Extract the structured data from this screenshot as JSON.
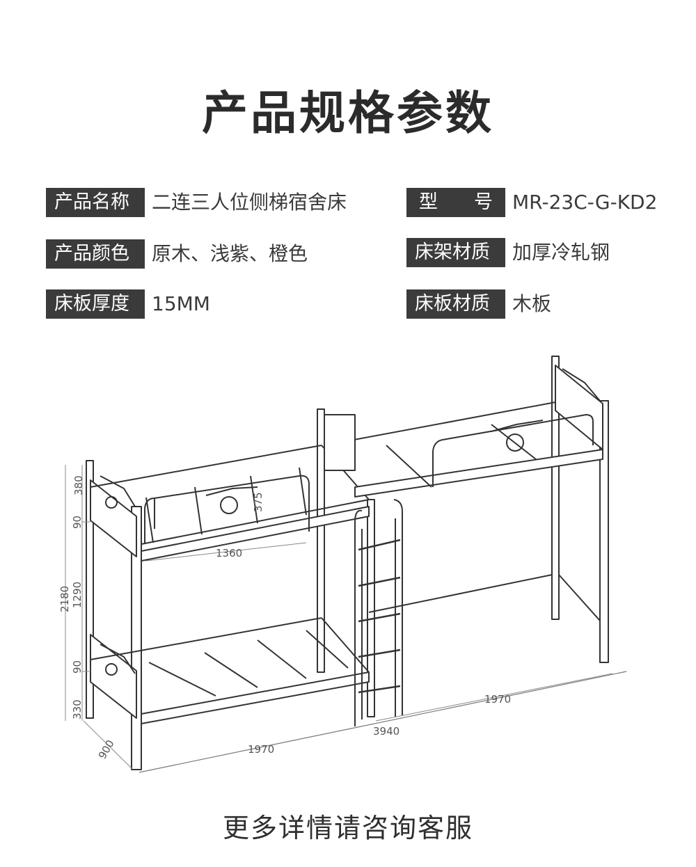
{
  "title": "产品规格参数",
  "specs": {
    "name": {
      "label": "产品名称",
      "value": "二连三人位侧梯宿舍床"
    },
    "model": {
      "label_a": "型",
      "label_b": "号",
      "value": "MR-23C-G-KD2"
    },
    "color": {
      "label": "产品颜色",
      "value": "原木、浅紫、橙色"
    },
    "frame": {
      "label": "床架材质",
      "value": "加厚冷轧钢"
    },
    "thickness": {
      "label": "床板厚度",
      "value": "15MM"
    },
    "board": {
      "label": "床板材质",
      "value": "木板"
    }
  },
  "dimensions": {
    "d380": "380",
    "d90_top": "90",
    "d375": "375",
    "d1360": "1360",
    "d2180": "2180",
    "d1290": "1290",
    "d90_bottom": "90",
    "d330": "330",
    "d900": "900",
    "d1970_left": "1970",
    "d3940": "3940",
    "d1970_right": "1970"
  },
  "footer": "更多详情请咨询客服"
}
